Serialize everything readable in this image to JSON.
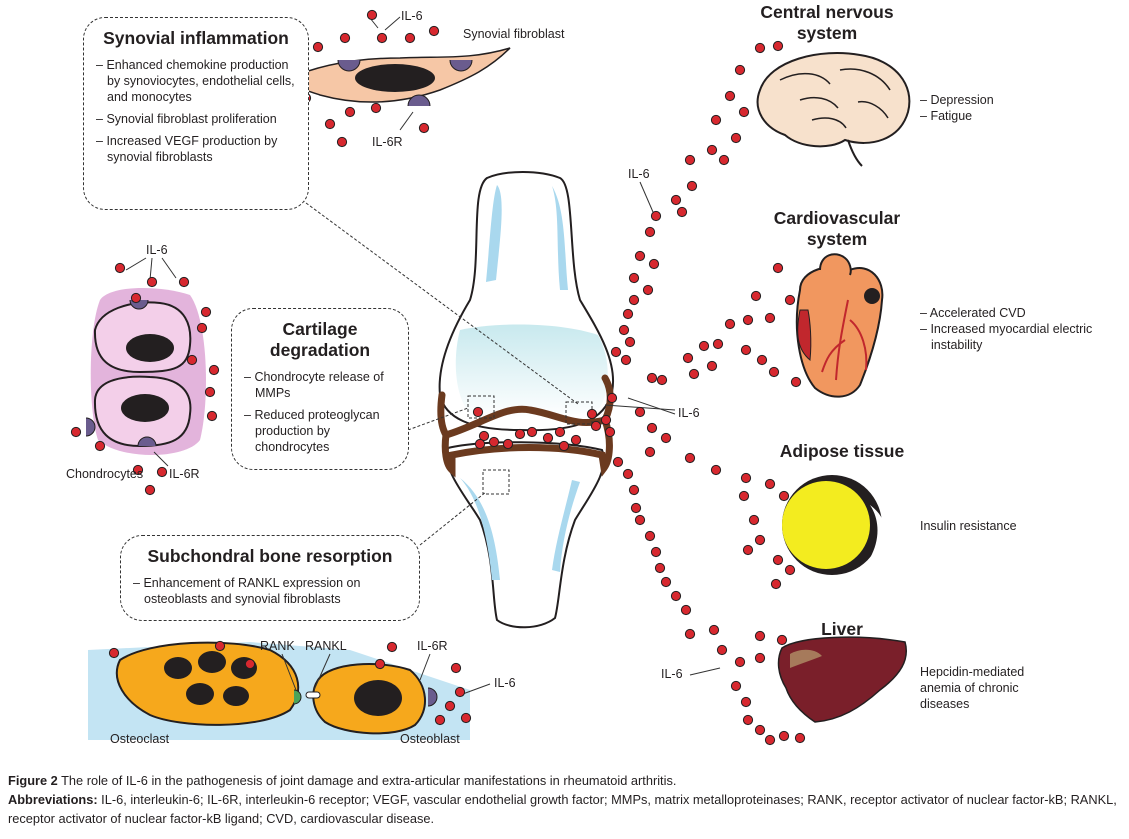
{
  "synovial_box": {
    "title": "Synovial inflammation",
    "items": [
      "Enhanced chemokine production by synoviocytes, endothelial cells, and monocytes",
      "Synovial fibroblast proliferation",
      "Increased VEGF production by synovial fibroblasts"
    ]
  },
  "cartilage_box": {
    "title": "Cartilage degradation",
    "items": [
      "Chondrocyte release of MMPs",
      "Reduced proteoglycan production by chondrocytes"
    ]
  },
  "bone_box": {
    "title": "Subchondral bone resorption",
    "items": [
      "Enhancement of RANKL expression on osteoblasts and synovial fibroblasts"
    ]
  },
  "labels": {
    "il6": "IL-6",
    "il6r": "IL-6R",
    "synovial_fibroblast": "Synovial fibroblast",
    "chondrocytes": "Chondrocytes",
    "rank": "RANK",
    "rankl": "RANKL",
    "osteoclast": "Osteoclast",
    "osteoblast": "Osteoblast"
  },
  "organs": {
    "cns": {
      "title": "Central nervous system",
      "effects": [
        "Depression",
        "Fatigue"
      ]
    },
    "cardio": {
      "title": "Cardiovascular system",
      "effects": [
        "Accelerated CVD",
        "Increased myocardial electric instability"
      ]
    },
    "adipose": {
      "title": "Adipose tissue",
      "effects": [
        "Insulin resistance"
      ]
    },
    "liver": {
      "title": "Liver",
      "effects": [
        "Hepcidin-mediated anemia of chronic diseases"
      ]
    }
  },
  "caption": {
    "figure_label": "Figure 2",
    "figure_text": "The role of IL-6 in the pathogenesis of joint damage and extra-articular manifestations in rheumatoid arthritis.",
    "abbr_label": "Abbreviations:",
    "abbr_text": "IL-6, interleukin-6; IL-6R, interleukin-6 receptor; VEGF, vascular endothelial growth factor; MMPs, matrix metalloproteinases; RANK, receptor activator of nuclear factor-kB; RANKL, receptor activator of nuclear factor-kB ligand; CVD, cardiovascular disease."
  },
  "colors": {
    "il6_dot": "#d7282f",
    "receptor": "#6a5c8e",
    "bone": "#a9d8ee",
    "cartilage": "#c8e9ee",
    "capsule": "#6b3a1f",
    "fibroblast": "#f6c7a6",
    "chondrocyte_matrix": "#e3b4dc",
    "osteoclast": "#f6a81c",
    "heart": "#f1975f",
    "adipose": "#f3ec1f",
    "liver": "#7a1f2a"
  }
}
